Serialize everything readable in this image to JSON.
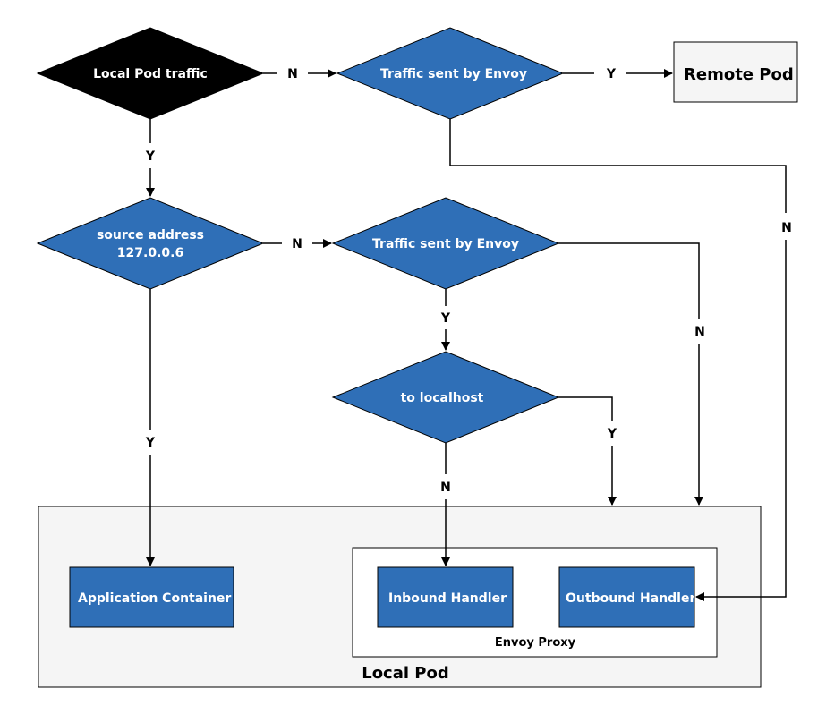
{
  "colors": {
    "decision_fill": "#2f6fb7",
    "start_fill": "#000000",
    "container_fill": "#f5f5f5",
    "stroke": "#000000"
  },
  "nodes": {
    "local_pod_traffic": "Local Pod traffic",
    "traffic_sent_by_envoy_top": "Traffic sent by Envoy",
    "remote_pod": "Remote Pod",
    "source_address_line1": "source address",
    "source_address_line2": "127.0.0.6",
    "traffic_sent_by_envoy_mid": "Traffic sent by Envoy",
    "to_localhost": "to localhost",
    "application_container": "Application Container",
    "inbound_handler": "Inbound Handler",
    "outbound_handler": "Outbound Handler",
    "envoy_proxy": "Envoy Proxy",
    "local_pod": "Local Pod"
  },
  "edges": {
    "local_to_envoy_top": "N",
    "envoy_top_to_remote": "Y",
    "local_to_source": "Y",
    "envoy_top_to_outbound": "N",
    "source_to_envoy_mid": "N",
    "envoy_mid_to_localhost": "Y",
    "envoy_mid_to_outbound": "N",
    "source_to_app": "Y",
    "localhost_to_outbound": "Y",
    "localhost_to_inbound": "N"
  }
}
